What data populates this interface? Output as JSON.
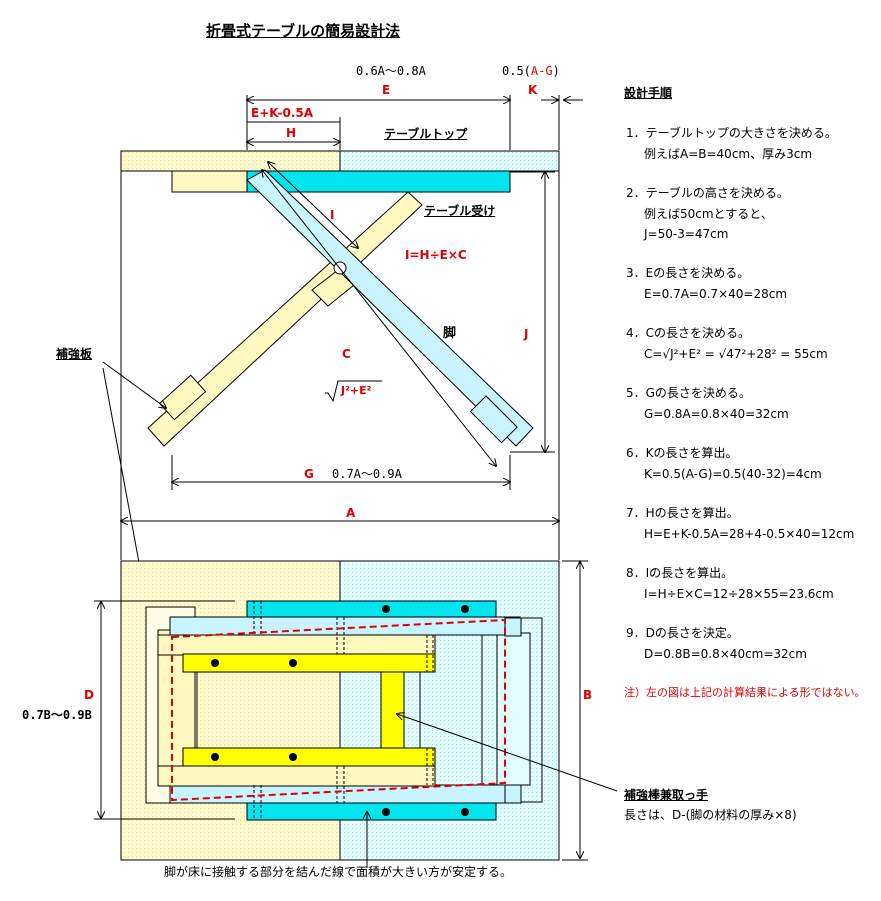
{
  "title": "折畳式テーブルの簡易設計法",
  "side": {
    "dim_e_top": "0.6A～0.8A",
    "dim_k_top": "0.5(A-G)",
    "dim_e_top_a": "0.5(",
    "dim_e_top_b": "A-G",
    "dim_e_top_c": ")",
    "label_E": "E",
    "label_K": "K",
    "label_EK": "E+K-0.5A",
    "label_H": "H",
    "label_table_top": "テーブルトップ",
    "label_table_receiver": "テーブル受け",
    "label_I": "I",
    "formula_I": "I=H÷E×C",
    "label_leg": "脚",
    "label_J": "J",
    "label_C": "C",
    "formula_sqrt": "J²+E²",
    "label_G": "G",
    "dim_G": "0.7A～0.9A",
    "label_A": "A",
    "label_reinforce": "補強板"
  },
  "plan": {
    "label_D": "D",
    "dim_D": "0.7B～0.9B",
    "label_B": "B",
    "label_bar": "補強棒兼取っ手",
    "bar_note": "長さは、D-(脚の材料の厚み×8)",
    "footer": "脚が床に接触する部分を結んだ線で面積が大きい方が安定する。"
  },
  "steps": {
    "heading": "設計手順",
    "s1": "1．テーブルトップの大きさを決める。",
    "s1b": "例えばA=B=40cm、厚み3cm",
    "s2": "2．テーブルの高さを決める。",
    "s2b": "例えば50cmとすると、",
    "s2c": "J=50-3=47cm",
    "s3": "3．Eの長さを決める。",
    "s3b": "E=0.7A=0.7×40=28cm",
    "s4": "4．Cの長さを決める。",
    "s4b": "C=√J²+E² = √47²+28² = 55cm",
    "s5": "5．Gの長さを決める。",
    "s5b": "G=0.8A=0.8×40=32cm",
    "s6": "6．Kの長さを算出。",
    "s6b": "K=0.5(A-G)=0.5(40-32)=4cm",
    "s7": "7．Hの長さを算出。",
    "s7b": "H=E+K-0.5A=28+4-0.5×40=12cm",
    "s8": "8．Iの長さを算出。",
    "s8b": "I=H÷E×C=12÷28×55=23.6cm",
    "s9": "9．Dの長さを決定。",
    "s9b": "D=0.8B=0.8×40cm=32cm",
    "note": "注）左の図は上記の計算結果による形ではない。"
  },
  "colors": {
    "yellow_light": "#fffacd",
    "yellow_fill": "#fff8c0",
    "yellow_strong": "#ffff00",
    "cyan_light": "#dffcff",
    "cyan_fill": "#c8f4ff",
    "cyan_strong": "#00e5ee",
    "red": "#e00000"
  }
}
